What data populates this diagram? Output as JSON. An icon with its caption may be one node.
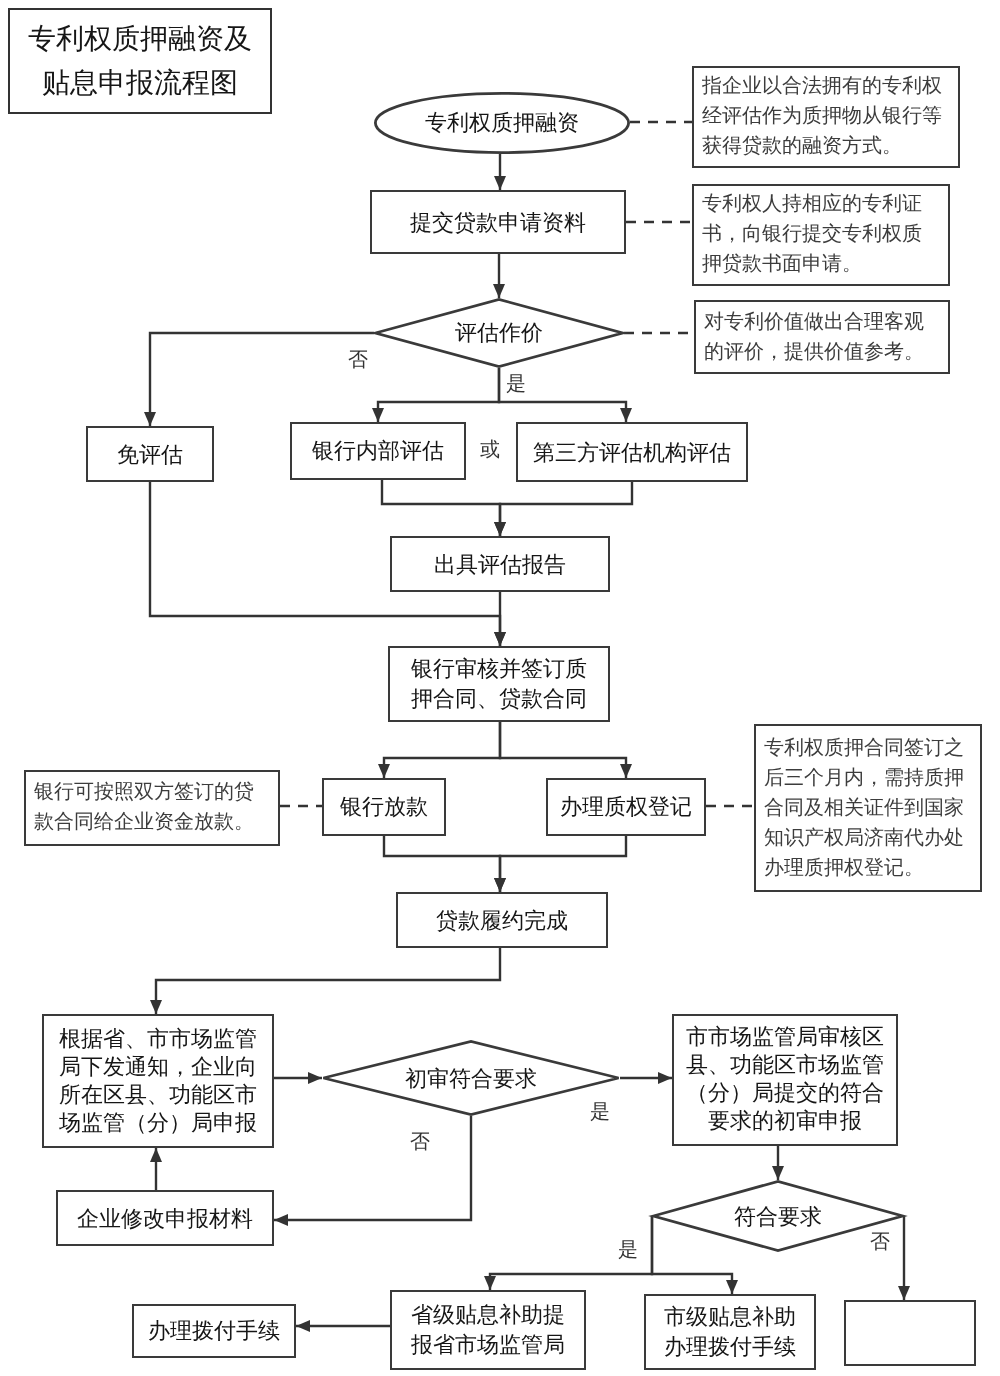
{
  "diagram": {
    "title": "专利权质押融资及贴息申报流程图",
    "nodes": [
      {
        "text": [
          "专利权质押融资"
        ]
      },
      {
        "text": [
          "指企业以合法拥有的专利权经评估作为质押物从银行等获得贷款的融资方式。"
        ]
      },
      {
        "text": [
          "提交贷款申请资料"
        ]
      },
      {
        "text": [
          "专利权人持相应的专利证书，向银行提交专利权质押贷款书面申请。"
        ]
      },
      {
        "text": [
          "评估作价"
        ]
      },
      {
        "text": [
          "对专利价值做出合理客观的评价，提供价值参考。"
        ]
      },
      {
        "text": [
          "免评估"
        ]
      },
      {
        "text": [
          "银行内部评估"
        ]
      },
      {
        "text": [
          "第三方评估机构评估"
        ]
      },
      {
        "text": [
          "出具评估报告"
        ]
      },
      {
        "text": [
          "银行审核并签订质押合同、贷款合同"
        ]
      },
      {
        "text": [
          "银行可按照双方签订的贷款合同给企业资金放款。"
        ]
      },
      {
        "text": [
          "银行放款"
        ]
      },
      {
        "text": [
          "办理质权登记"
        ]
      },
      {
        "text": [
          "专利权质押合同签订之后三个月内，需持质押合同及相关证件到国家知识产权局济南代办处办理质押权登记。"
        ]
      },
      {
        "text": [
          "贷款履约完成"
        ]
      },
      {
        "text": [
          "根据省、市市场监管局下发通知，企业向所在区县、功能区市场监管（分）局申报"
        ]
      },
      {
        "text": [
          "初审符合要求"
        ]
      },
      {
        "text": [
          "市市场监管局审核区县、功能区市场监管（分）局提交的符合要求的初审申报"
        ]
      },
      {
        "text": [
          "企业修改申报材料"
        ]
      },
      {
        "text": [
          "符合要求"
        ]
      },
      {
        "text": [
          "办理拨付手续"
        ]
      },
      {
        "text": [
          "省级贴息补助提报省市场监管局"
        ]
      },
      {
        "text": [
          "市级贴息补助办理拨付手续"
        ]
      },
      {
        "text": [],
        "shape": "box"
      }
    ],
    "edges": [
      {
        "from": 0,
        "to": 1,
        "arrow": "none",
        "style": "dashed"
      },
      {
        "from": 0,
        "to": 2,
        "arrow": "to"
      },
      {
        "from": 2,
        "to": 3,
        "arrow": "none",
        "style": "dashed"
      },
      {
        "from": 2,
        "to": 4,
        "arrow": "to"
      },
      {
        "from": 4,
        "to": 5,
        "arrow": "none",
        "style": "dashed"
      },
      {
        "from": 4,
        "to": 6,
        "arrow": "to",
        "label": "否"
      },
      {
        "from": 4,
        "to": 7,
        "arrow": "to"
      },
      {
        "from": 4,
        "to": 8,
        "arrow": "to",
        "label": "是"
      },
      {
        "from": 7,
        "to": 9,
        "arrow": "to"
      },
      {
        "from": 8,
        "to": 9,
        "arrow": "to"
      },
      {
        "from": 6,
        "to": 10,
        "arrow": "to"
      },
      {
        "from": 9,
        "to": 10,
        "arrow": "to"
      },
      {
        "from": 10,
        "to": 12,
        "arrow": "to"
      },
      {
        "from": 10,
        "to": 13,
        "arrow": "to"
      },
      {
        "from": 11,
        "to": 12,
        "arrow": "none",
        "style": "dashed"
      },
      {
        "from": 13,
        "to": 14,
        "arrow": "none",
        "style": "dashed"
      },
      {
        "from": 12,
        "to": 15,
        "arrow": "to"
      },
      {
        "from": 13,
        "to": 15,
        "arrow": "to"
      },
      {
        "from": 15,
        "to": 16,
        "arrow": "to"
      },
      {
        "from": 16,
        "to": 17,
        "arrow": "to"
      },
      {
        "from": 17,
        "to": 18,
        "arrow": "to",
        "label": "是"
      },
      {
        "from": 17,
        "to": 19,
        "arrow": "to",
        "label": "否"
      },
      {
        "from": 19,
        "to": 16,
        "arrow": "to"
      },
      {
        "from": 18,
        "to": 20,
        "arrow": "to"
      },
      {
        "from": 20,
        "to": 22,
        "arrow": "to",
        "label": "是"
      },
      {
        "from": 20,
        "to": 23,
        "arrow": "to"
      },
      {
        "from": 20,
        "to": 24,
        "arrow": "to",
        "label": "否"
      },
      {
        "from": 22,
        "to": 21,
        "arrow": "to"
      }
    ],
    "labels": [
      "或"
    ]
  }
}
